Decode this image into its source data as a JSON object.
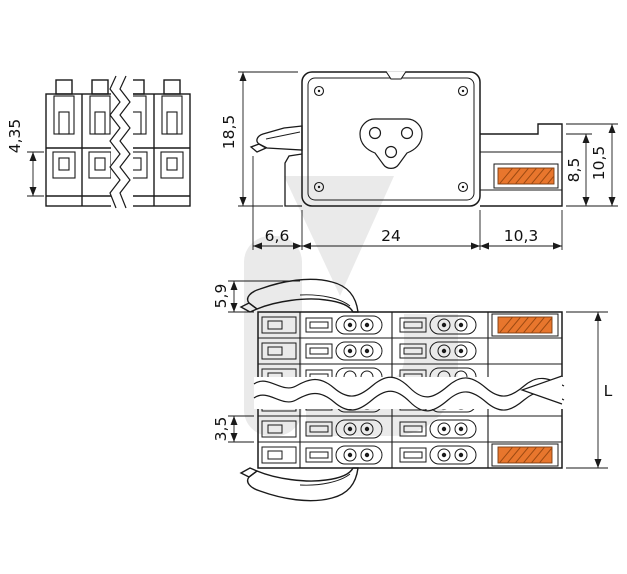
{
  "dimensions": {
    "front_height": "4,35",
    "side_height": "18,5",
    "latch_depth": "6,6",
    "body_width": "24",
    "rail_width": "10,3",
    "rail_height": "8,5",
    "rail_total_height": "10,5",
    "lever_height": "5,9",
    "pole_pitch": "3,5",
    "total_length": "L"
  },
  "colors": {
    "line": "#1a1a1a",
    "accent_orange": "#e8762d",
    "hatch_orange": "#9c4a12",
    "watermark_gray": "#d9d9d9",
    "background": "#ffffff"
  }
}
